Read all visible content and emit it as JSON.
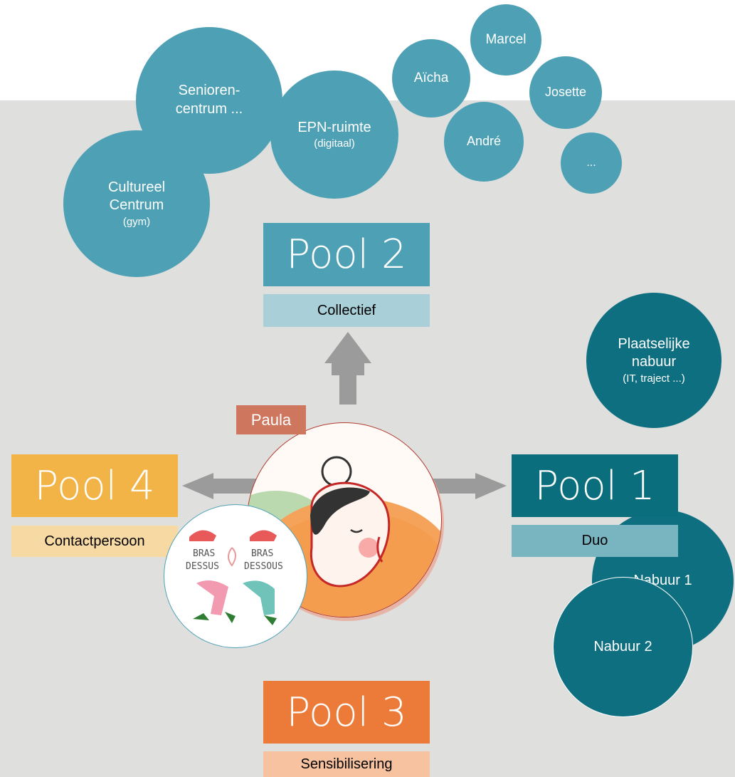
{
  "colors": {
    "light_bubble": "#4ea1b5",
    "dark_bubble": "#0d6f7f",
    "pool1": "#0b6e7c",
    "pool2": "#4ea1b5",
    "pool3": "#ec7a38",
    "pool4": "#f2b347",
    "arrow": "#9b9b9b",
    "background": "#dfdfde"
  },
  "bubbles": {
    "seniorencentrum": {
      "line1": "Senioren-",
      "line2": "centrum ..."
    },
    "cultureel": {
      "line1": "Cultureel",
      "line2": "Centrum",
      "note": "(gym)"
    },
    "epn": {
      "line1": "EPN-ruimte",
      "note": "(digitaal)"
    },
    "aicha": "Aïcha",
    "marcel": "Marcel",
    "josette": "Josette",
    "andre": "André",
    "ellipsis": "...",
    "plaatselijke": {
      "line1": "Plaatselijke",
      "line2": "nabuur",
      "note": "(IT, traject ...)"
    },
    "nabuur1": "Nabuur 1",
    "nabuur2": "Nabuur 2"
  },
  "pools": {
    "pool1": {
      "title": "Pool 1",
      "subtitle": "Duo"
    },
    "pool2": {
      "title": "Pool 2",
      "subtitle": "Collectief"
    },
    "pool3": {
      "title": "Pool 3",
      "subtitle": "Sensibilisering"
    },
    "pool4": {
      "title": "Pool 4",
      "subtitle": "Contactpersoon"
    }
  },
  "center": {
    "name": "Paula"
  },
  "logo": {
    "text_left_1": "BRAS",
    "text_left_2": "DESSUS",
    "text_right_1": "BRAS",
    "text_right_2": "DESSOUS"
  }
}
